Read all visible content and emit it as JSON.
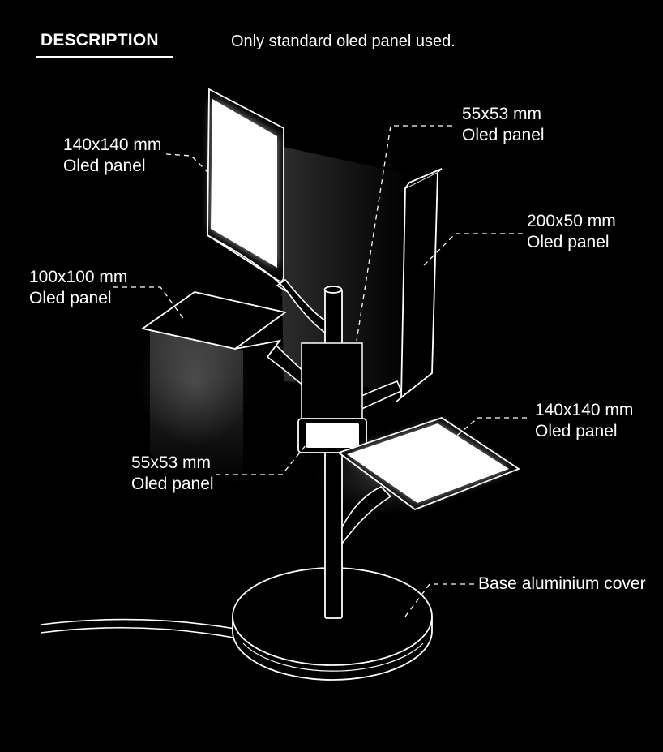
{
  "header": {
    "title": "DESCRIPTION",
    "subtitle": "Only standard oled panel used."
  },
  "callouts": [
    {
      "id": "panel-top-left",
      "size": "140x140 mm",
      "type": "Oled panel"
    },
    {
      "id": "panel-top-right",
      "size": "55x53 mm",
      "type": "Oled panel"
    },
    {
      "id": "panel-right-tall",
      "size": "200x50 mm",
      "type": "Oled panel"
    },
    {
      "id": "panel-left",
      "size": "100x100 mm",
      "type": "Oled panel"
    },
    {
      "id": "panel-right-bottom",
      "size": "140x140 mm",
      "type": "Oled panel"
    },
    {
      "id": "panel-small-center",
      "size": "55x53 mm",
      "type": "Oled panel"
    }
  ],
  "base": {
    "label": "Base aluminium cover"
  },
  "colors": {
    "background": "#000000",
    "line": "#ffffff",
    "panel_glow": "#ffffff"
  }
}
